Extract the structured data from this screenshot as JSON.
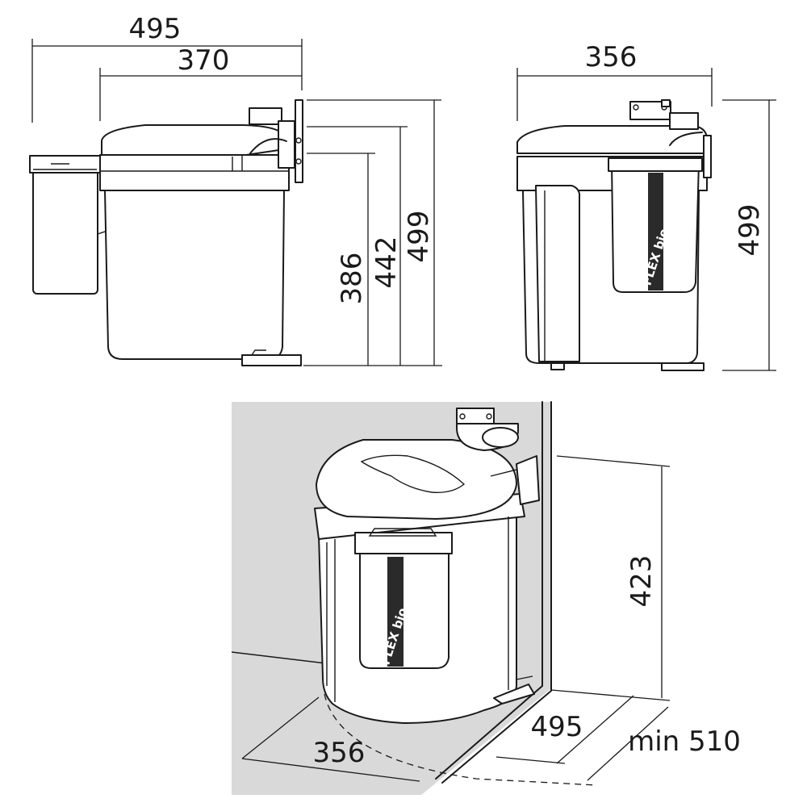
{
  "side_view": {
    "dim_total_width": "495",
    "dim_body_width": "370",
    "dim_height_386": "386",
    "dim_height_442": "442",
    "dim_height_499": "499"
  },
  "front_view": {
    "dim_width": "356",
    "dim_height": "499",
    "brand": "FLEX bio"
  },
  "iso_view": {
    "dim_height": "423",
    "dim_depth": "495",
    "dim_min_cabinet": "min 510",
    "dim_width": "356",
    "brand": "FLEX bio",
    "cabinet_color": "#d9d9d9"
  }
}
